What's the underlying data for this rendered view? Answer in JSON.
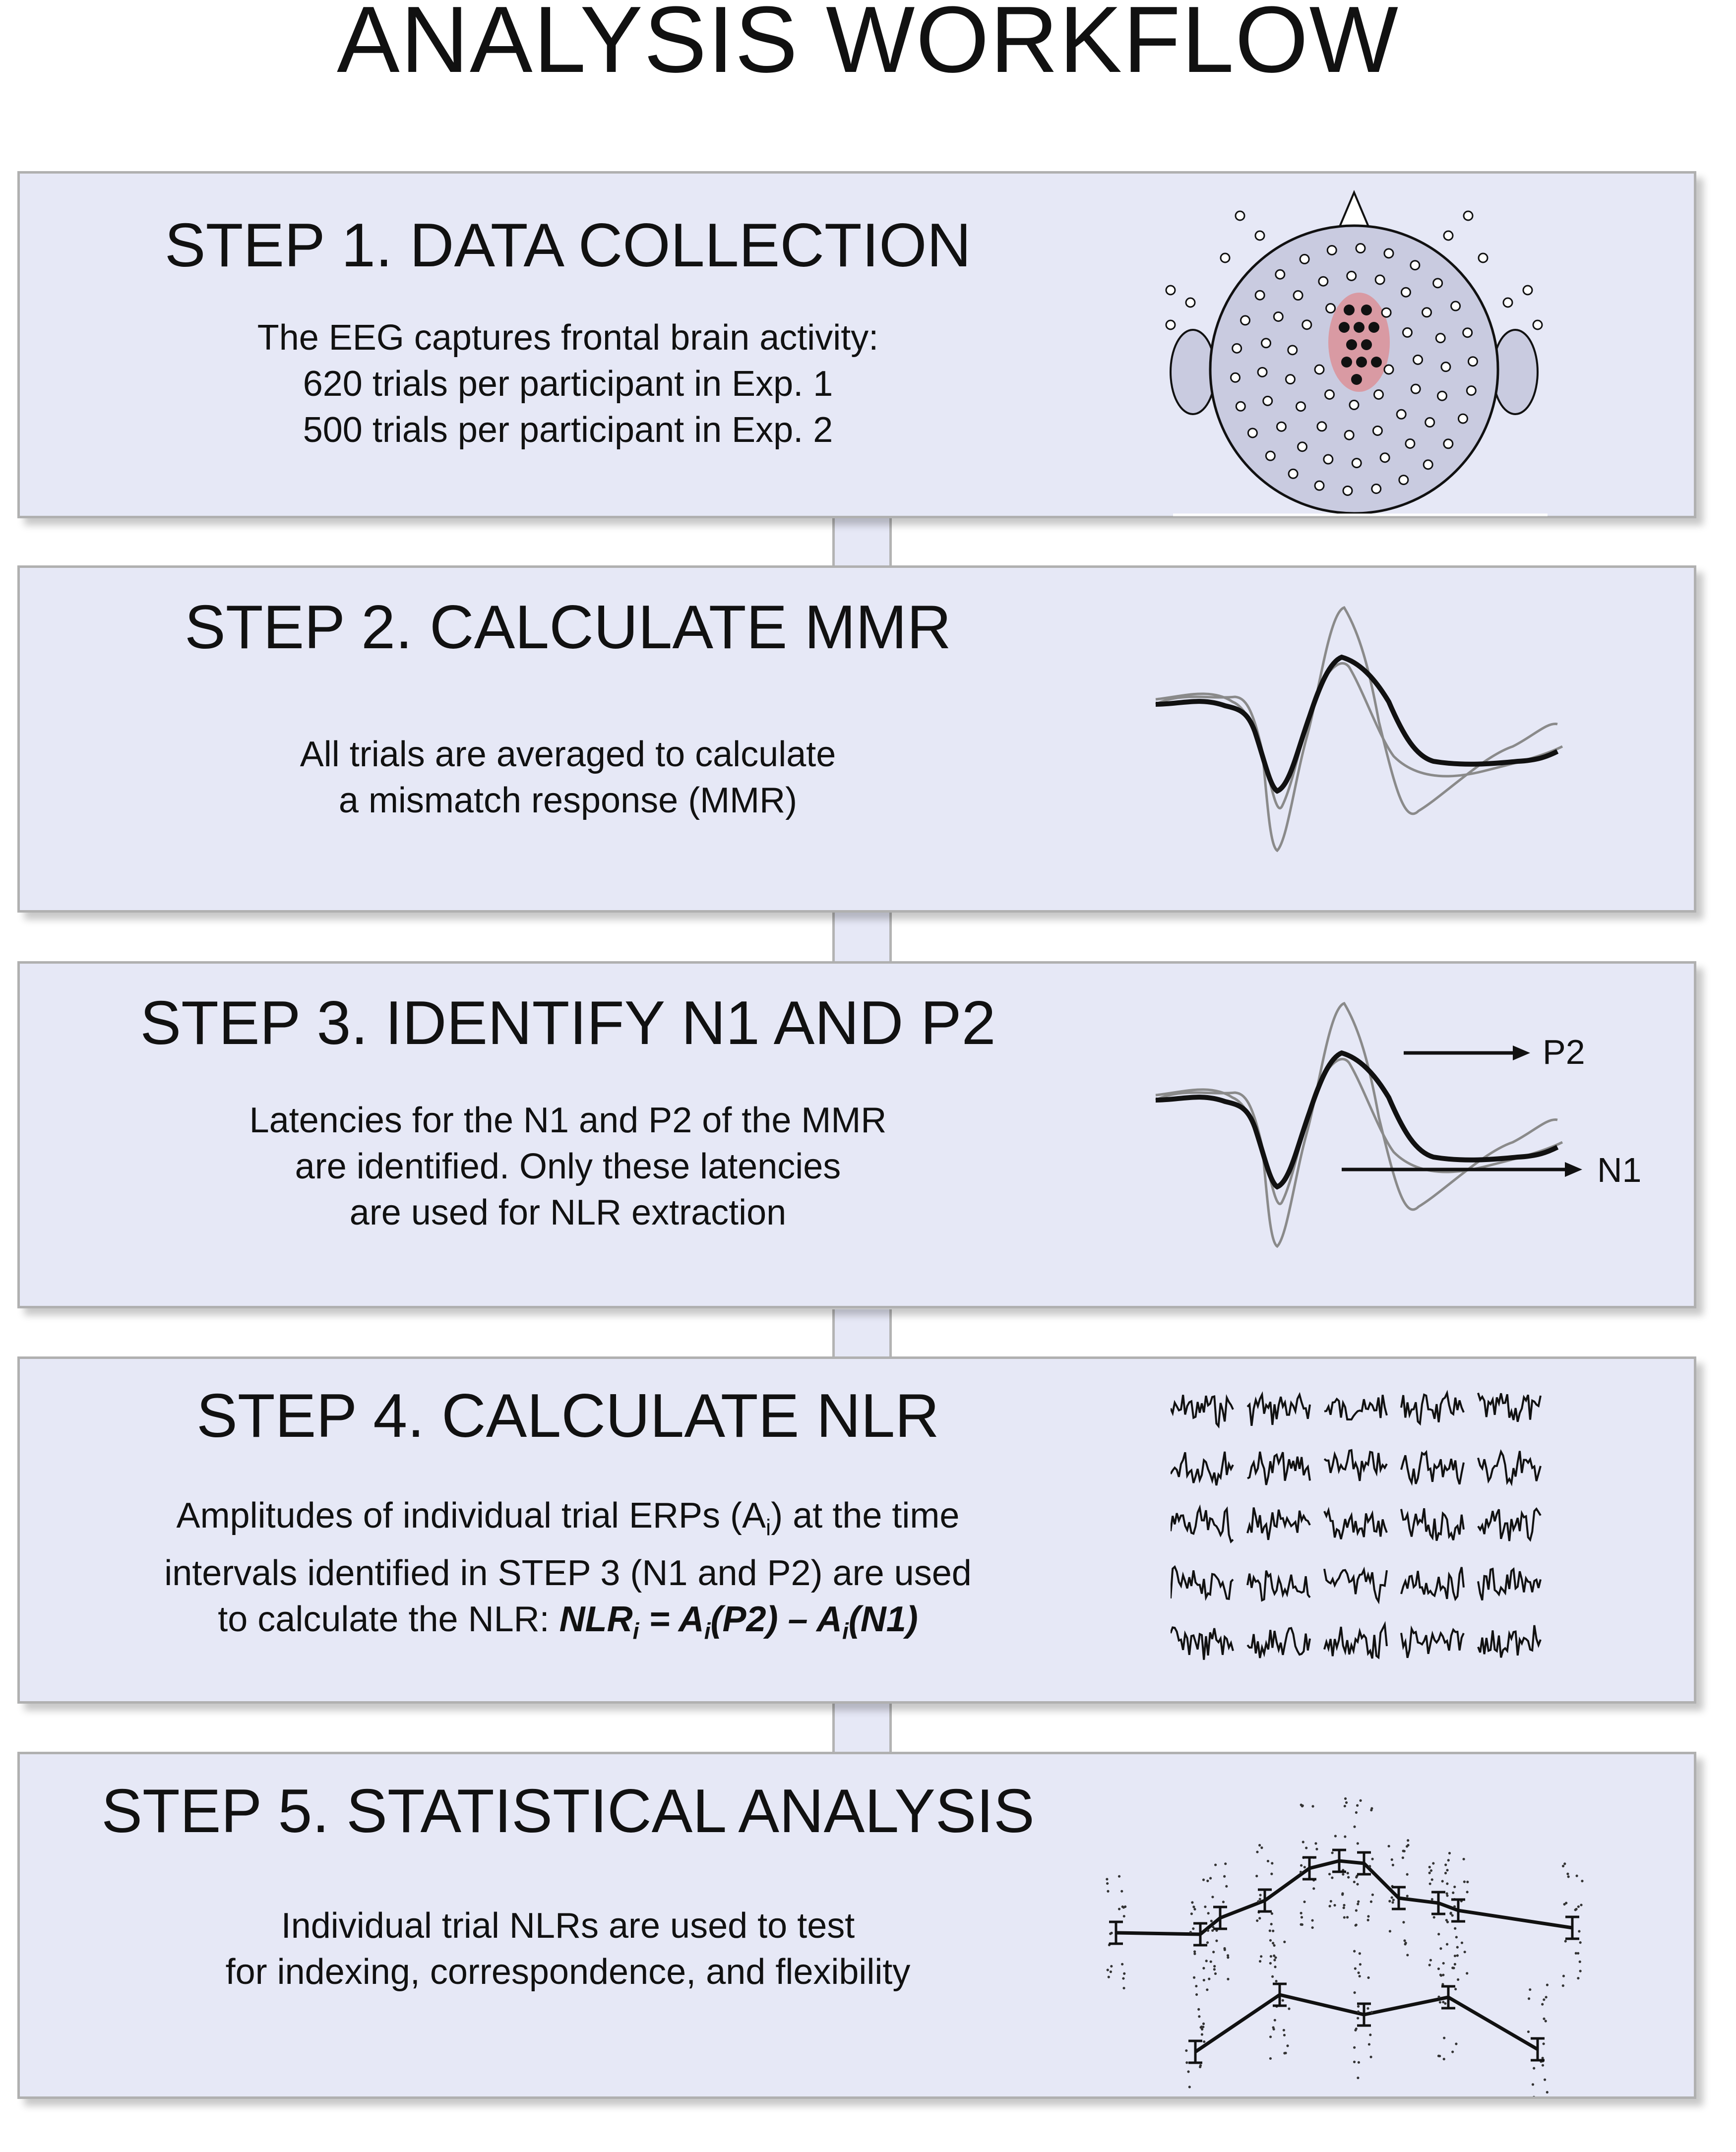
{
  "header": {
    "title": "ANALYSIS WORKFLOW"
  },
  "steps": [
    {
      "title": "STEP 1. DATA COLLECTION",
      "lines": [
        "The EEG captures frontal brain activity:",
        "620 trials per participant in Exp. 1",
        "500 trials per participant in Exp. 2"
      ]
    },
    {
      "title": "STEP 2. CALCULATE MMR",
      "lines": [
        "All trials are averaged to calculate",
        "a mismatch response (MMR)"
      ]
    },
    {
      "title": "STEP 3. IDENTIFY N1 AND P2",
      "lines": [
        "Latencies for the N1 and P2 of the MMR",
        "are identified. Only these latencies",
        "are used for NLR extraction"
      ],
      "labels": {
        "p2": "P2",
        "n1": "N1"
      }
    },
    {
      "title": "STEP 4. CALCULATE NLR",
      "line1_a": "Amplitudes of individual trial ERPs (A",
      "line1_sub": "i",
      "line1_b": ") at the time",
      "line2": "intervals identified in STEP 3 (N1 and P2) are used",
      "line3_pre": "to calculate the NLR: ",
      "formula": {
        "t1": "NLR",
        "s1": "i",
        "t2": " = A",
        "s2": "i",
        "t3": "(P2) – A",
        "s3": "i",
        "t4": "(N1)"
      }
    },
    {
      "title": "STEP 5. STATISTICAL ANALYSIS",
      "lines": [
        "Individual trial NLRs are used to test",
        "for indexing, correspondence, and flexibility"
      ]
    }
  ],
  "colors": {
    "panel": "#e6e8f6",
    "border": "#b0b0b0",
    "highlight": "#d99aa3",
    "headFill": "#c9cbe0"
  }
}
